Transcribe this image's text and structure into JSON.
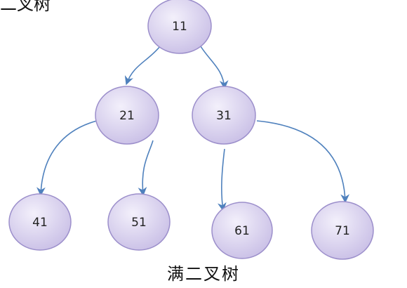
{
  "diagram": {
    "caption": "满二叉树",
    "corner_fragment": "二叉树",
    "colors": {
      "node_fill_light": "#ece8f7",
      "node_fill_dark": "#c9bfe6",
      "node_stroke": "#9c8fcb",
      "edge": "#4f81bd"
    },
    "nodes": [
      {
        "id": "n11",
        "label": "11"
      },
      {
        "id": "n21",
        "label": "21"
      },
      {
        "id": "n31",
        "label": "31"
      },
      {
        "id": "n41",
        "label": "41"
      },
      {
        "id": "n51",
        "label": "51"
      },
      {
        "id": "n61",
        "label": "61"
      },
      {
        "id": "n71",
        "label": "71"
      }
    ],
    "edges": [
      {
        "from": "n11",
        "to": "n21"
      },
      {
        "from": "n11",
        "to": "n31"
      },
      {
        "from": "n21",
        "to": "n41"
      },
      {
        "from": "n21",
        "to": "n51"
      },
      {
        "from": "n31",
        "to": "n61"
      },
      {
        "from": "n31",
        "to": "n71"
      }
    ]
  }
}
